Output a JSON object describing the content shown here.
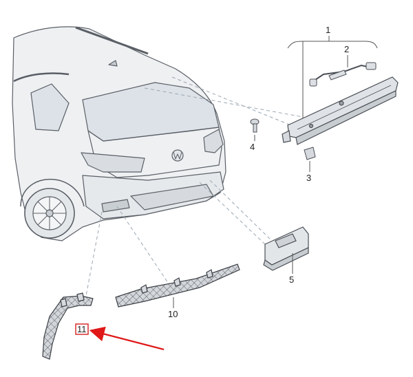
{
  "callouts": {
    "c1": "1",
    "c2": "2",
    "c3": "3",
    "c4": "4",
    "c5": "5",
    "c10": "10",
    "c11": "11"
  },
  "colors": {
    "line": "#5a5f66",
    "body_fill": "#eef0f2",
    "glass_fill": "#dde2e8",
    "dash": "#9aa7b2",
    "highlight_box": "#d62020",
    "arrow": "#e01818"
  }
}
